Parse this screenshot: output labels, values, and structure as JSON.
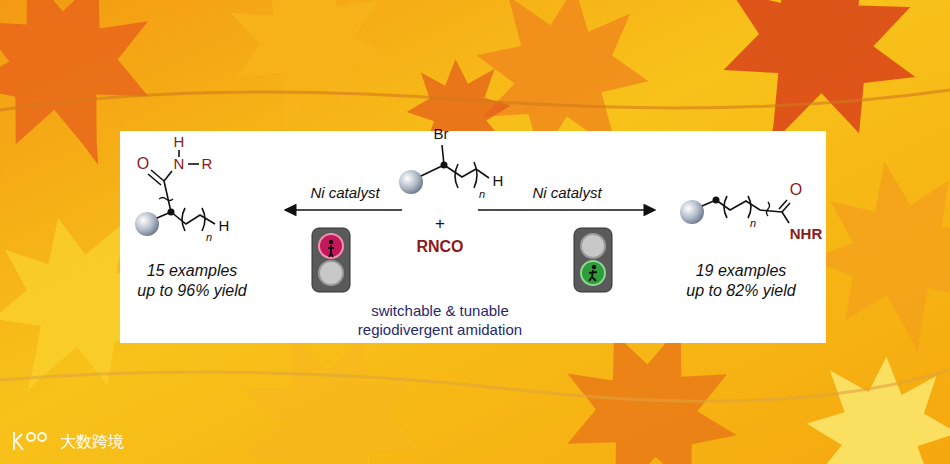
{
  "diagram": {
    "labels": [
      "Br",
      "H",
      "n",
      "+",
      "RNCO",
      "Ni catalyst",
      "Ni catalyst",
      "O",
      "H",
      "N",
      "R",
      "n",
      "H",
      "15 examples up to 96% yield",
      "O",
      "NHR",
      "19 examples up to 82% yield",
      "switchable & tunable regiodivergent amidation",
      "n",
      "大数跨境"
    ]
  }
}
